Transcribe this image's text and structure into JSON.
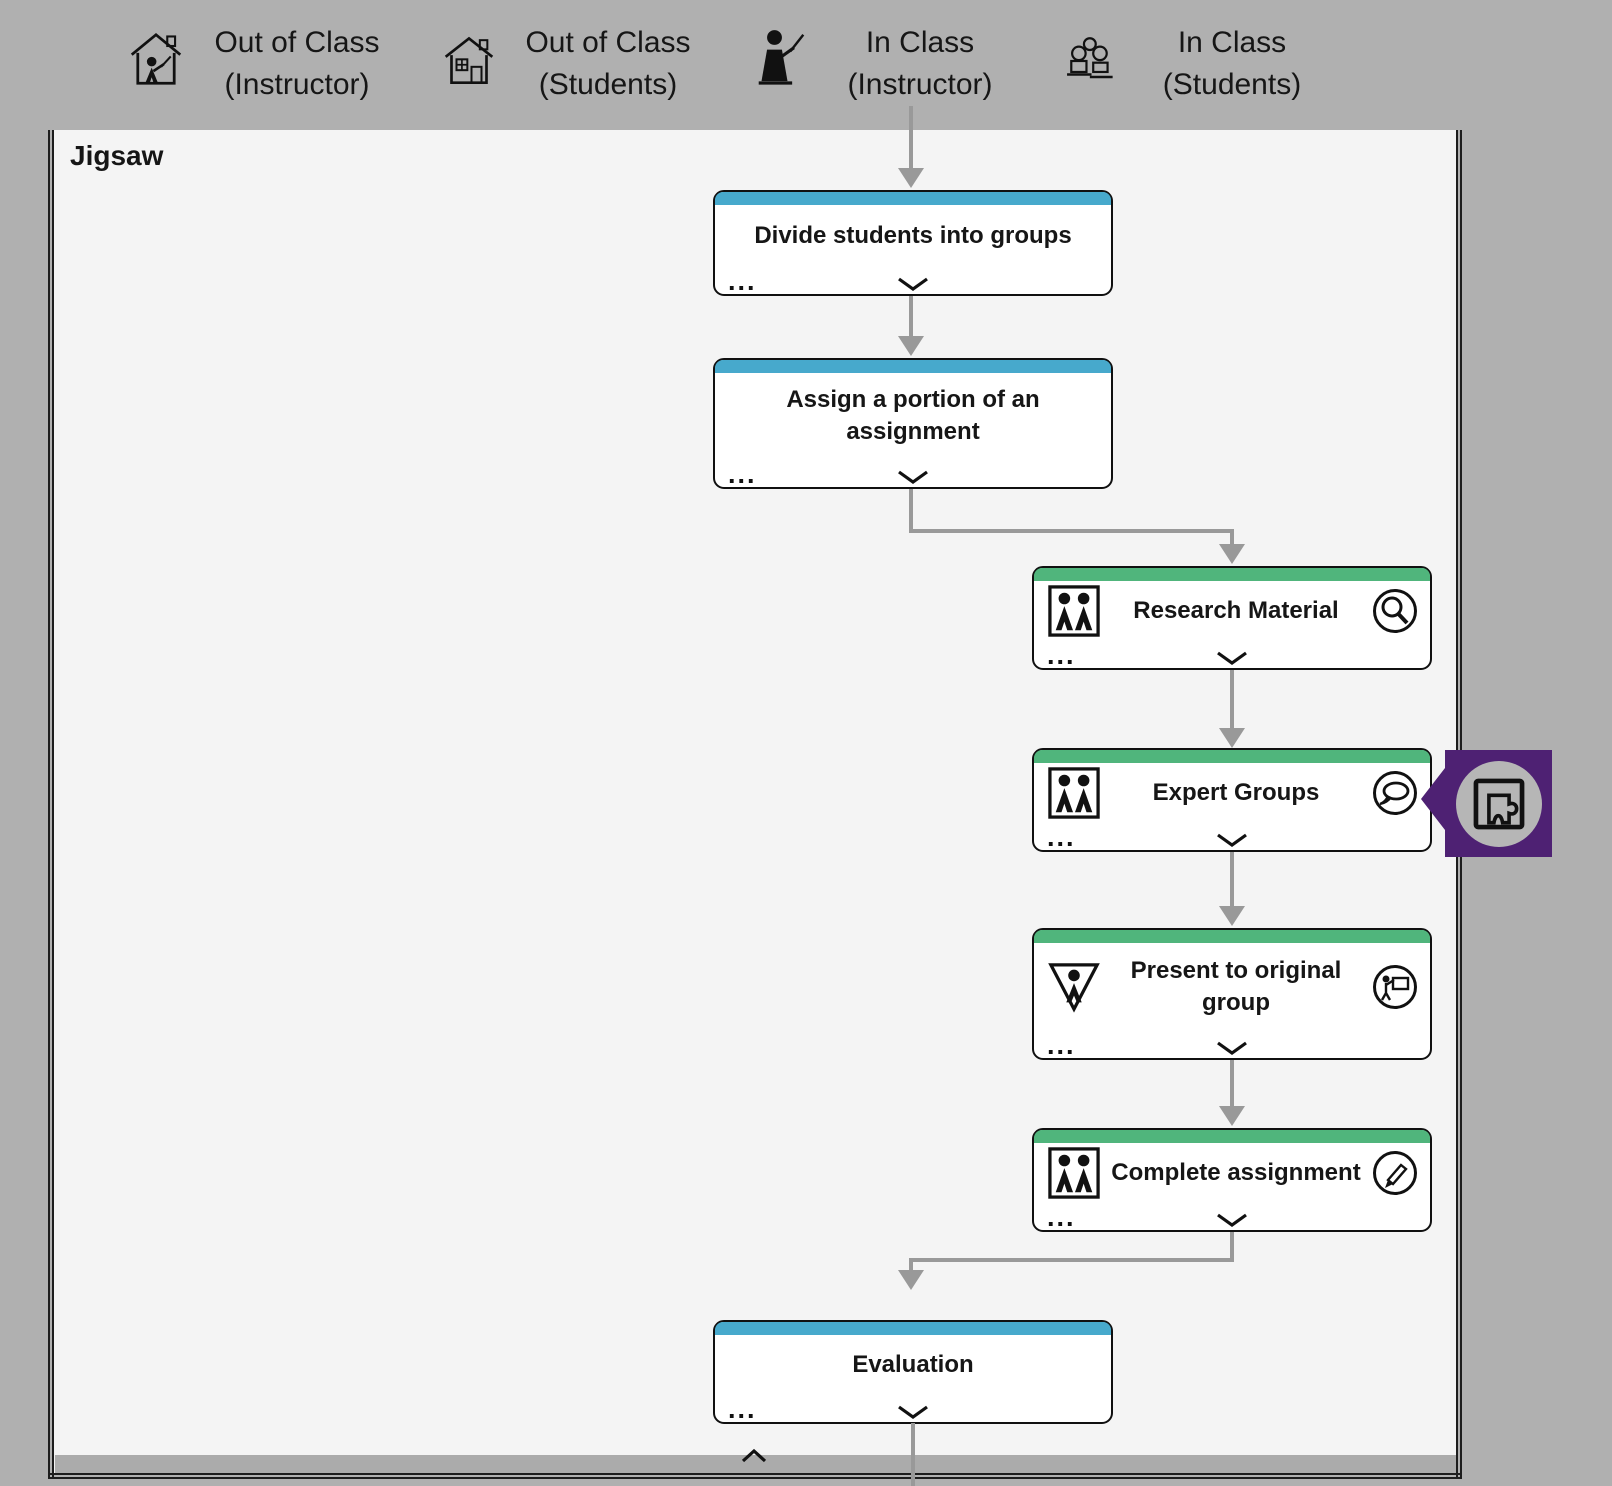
{
  "colors": {
    "page_background": "#b0b0b0",
    "canvas_background": "#f4f4f4",
    "instructor_bar": "#47a9cc",
    "student_bar": "#50b57c",
    "connector": "#999999",
    "marker_purple": "#4e2173",
    "marker_circle": "#b6b6b6",
    "box_border": "#101010"
  },
  "lanes": [
    {
      "line1": "Out of Class",
      "line2": "(Instructor)",
      "icon": "home-instructor-icon"
    },
    {
      "line1": "Out of Class",
      "line2": "(Students)",
      "icon": "home-students-icon"
    },
    {
      "line1": "In Class",
      "line2": "(Instructor)",
      "icon": "instructor-icon"
    },
    {
      "line1": "In Class",
      "line2": "(Students)",
      "icon": "students-group-icon"
    }
  ],
  "canvas": {
    "title": "Jigsaw"
  },
  "ui": {
    "ellipsis": "..."
  },
  "activities": [
    {
      "title": "Divide students into groups",
      "audience": "instructor"
    },
    {
      "title": "Assign a portion of an assignment",
      "audience": "instructor"
    },
    {
      "title": "Research Material",
      "audience": "students-group",
      "left_icon": "group-icon",
      "right_icon": "search-icon"
    },
    {
      "title": "Expert Groups",
      "audience": "students-group",
      "left_icon": "group-icon",
      "right_icon": "chat-icon"
    },
    {
      "title": "Present to original group",
      "audience": "student-individual",
      "left_icon": "individual-icon",
      "right_icon": "presentation-icon"
    },
    {
      "title": "Complete assignment",
      "audience": "students-group",
      "left_icon": "group-icon",
      "right_icon": "pencil-icon"
    },
    {
      "title": "Evaluation",
      "audience": "instructor"
    }
  ],
  "marker": {
    "icon": "puzzle-icon"
  }
}
